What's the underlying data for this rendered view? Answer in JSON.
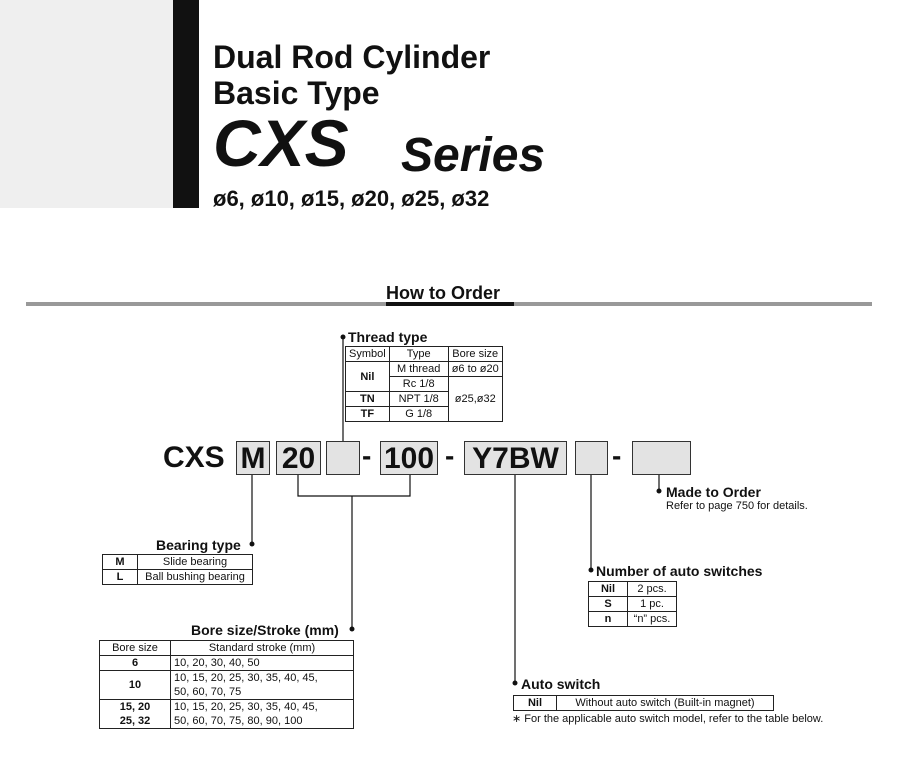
{
  "header": {
    "title_line1": "Dual Rod Cylinder",
    "title_line2": "Basic Type",
    "series_code": "CXS",
    "series_word": "Series",
    "bore_sizes": "ø6, ø10, ø15, ø20, ø25, ø32"
  },
  "section_title": "How to Order",
  "order_code": {
    "prefix": "CXS",
    "bearing": "M",
    "bore": "20",
    "thread": "",
    "dash1": "-",
    "stroke": "100",
    "dash2": "-",
    "switch": "Y7BW",
    "switch_count": "",
    "dash3": "-",
    "made_to_order": ""
  },
  "thread_type": {
    "title": "Thread type",
    "headers": [
      "Symbol",
      "Type",
      "Bore size"
    ],
    "rows": [
      {
        "symbol": "Nil",
        "type": "M thread",
        "bore": "ø6 to ø20"
      },
      {
        "symbol": "",
        "type": "Rc 1/8",
        "bore": ""
      },
      {
        "symbol": "TN",
        "type": "NPT 1/8",
        "bore": "ø25,ø32"
      },
      {
        "symbol": "TF",
        "type": "G 1/8",
        "bore": ""
      }
    ]
  },
  "bearing_type": {
    "title": "Bearing type",
    "rows": [
      {
        "symbol": "M",
        "desc": "Slide bearing"
      },
      {
        "symbol": "L",
        "desc": "Ball bushing bearing"
      }
    ]
  },
  "bore_stroke": {
    "title": "Bore size/Stroke (mm)",
    "headers": [
      "Bore size",
      "Standard stroke (mm)"
    ],
    "rows": [
      {
        "bore": "6",
        "bore2": "",
        "line1": "10, 20, 30, 40, 50",
        "line2": ""
      },
      {
        "bore": "10",
        "bore2": "",
        "line1": "10, 15, 20, 25, 30, 35, 40, 45,",
        "line2": "50, 60, 70, 75"
      },
      {
        "bore": "15, 20",
        "bore2": "25, 32",
        "line1": "10, 15, 20, 25, 30, 35, 40, 45,",
        "line2": "50, 60, 70, 75, 80, 90, 100"
      }
    ]
  },
  "made_to_order": {
    "title": "Made to Order",
    "note": "Refer to page 750 for details."
  },
  "switch_count": {
    "title": "Number of auto switches",
    "rows": [
      {
        "symbol": "Nil",
        "desc": "2 pcs."
      },
      {
        "symbol": "S",
        "desc": "1 pc."
      },
      {
        "symbol": "n",
        "desc": "“n” pcs."
      }
    ]
  },
  "auto_switch": {
    "title": "Auto switch",
    "rows": [
      {
        "symbol": "Nil",
        "desc": "Without auto switch (Built-in magnet)"
      }
    ],
    "note": "∗ For the applicable auto switch model, refer to the table below."
  }
}
